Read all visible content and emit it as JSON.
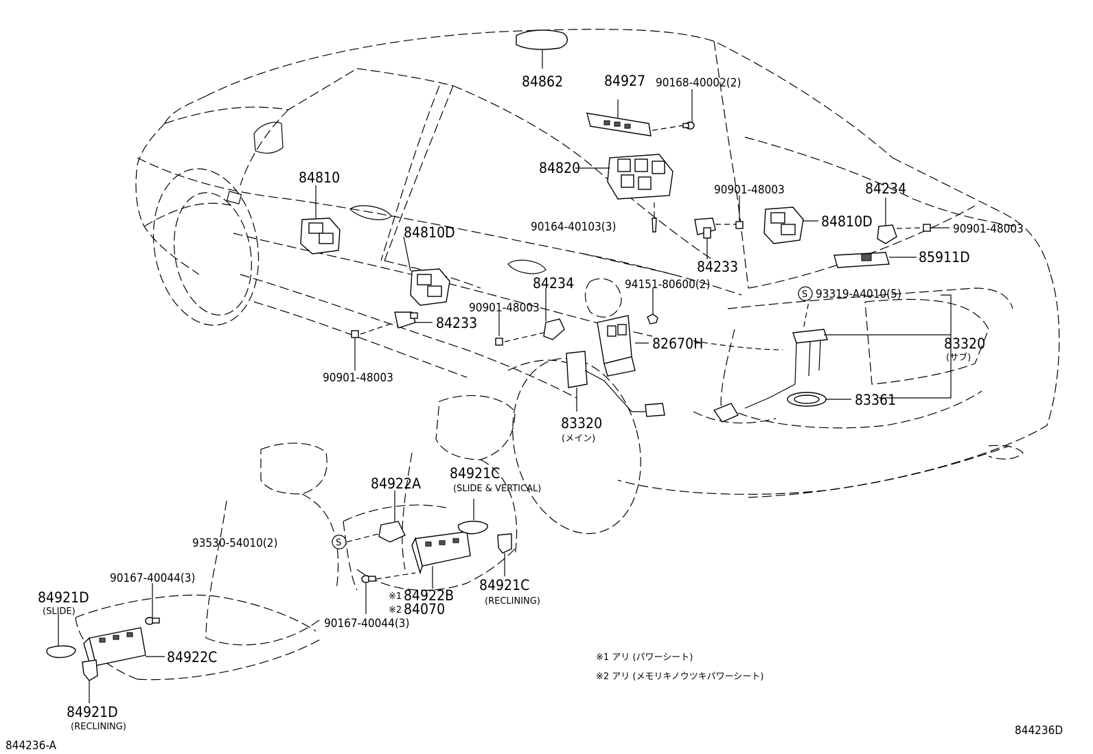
{
  "labels": {
    "p84862": "84862",
    "p84927": "84927",
    "p90168": "90168-40002(2)",
    "p84810": "84810",
    "p84820": "84820",
    "p90901a": "90901-48003",
    "p84234a": "84234",
    "p84810Da": "84810D",
    "p90164": "90164-40103(3)",
    "p84810Db": "84810D",
    "p90901b": "90901-48003",
    "p84233a": "84233",
    "p85911D": "85911D",
    "p84234b": "84234",
    "p94151": "94151-80600(2)",
    "p90901c": "90901-48003",
    "p93319": "93319-A4010(5)",
    "p84233b": "84233",
    "p82670H": "82670H",
    "p83320a": "83320",
    "p83320a_sub": "(サブ)",
    "p90901d": "90901-48003",
    "p83361": "83361",
    "p83320b": "83320",
    "p83320b_sub": "(メイン)",
    "p84921C_top": "84921C",
    "p84921C_top_sub": "(SLIDE & VERTICAL)",
    "p84922A": "84922A",
    "p93530": "93530-54010(2)",
    "p90167a": "90167-40044(3)",
    "p84921D_top": "84921D",
    "p84921D_top_sub": "(SLIDE)",
    "p84922B_mark": "※1",
    "p84922B": "84922B",
    "p84070_mark": "※2",
    "p84070": "84070",
    "p84921C_bot": "84921C",
    "p84921C_bot_sub": "(RECLINING)",
    "p90167b": "90167-40044(3)",
    "p84922C": "84922C",
    "p84921D_bot": "84921D",
    "p84921D_bot_sub": "(RECLINING)",
    "s_mark": "S"
  },
  "notes": {
    "n1": "※1 アリ (パワーシート)",
    "n2": "※2 アリ (メモリキノウツキパワーシート)"
  },
  "codes": {
    "left": "844236-A",
    "right": "844236D"
  }
}
